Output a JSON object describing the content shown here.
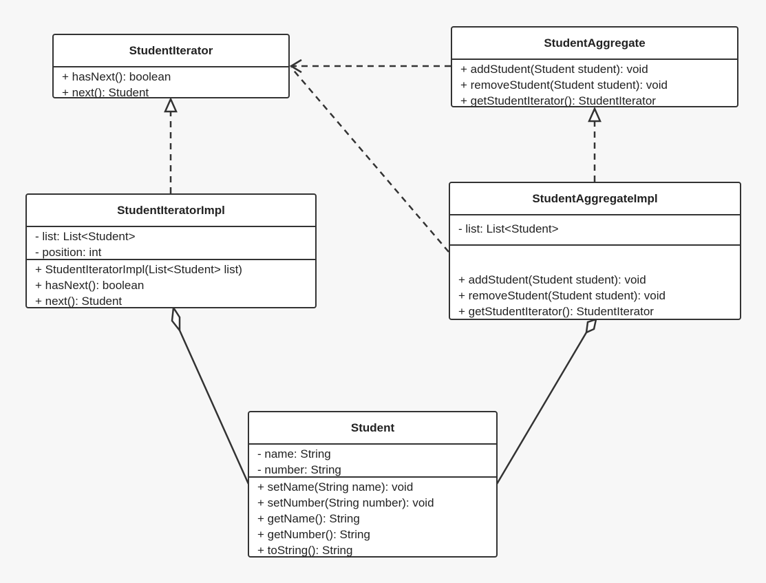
{
  "colors": {
    "background": "#f7f7f7",
    "box_fill": "#ffffff",
    "stroke": "#333333"
  },
  "classes": {
    "student_iterator": {
      "name": "StudentIterator",
      "attributes": [],
      "methods": [
        "+ hasNext(): boolean",
        "+ next(): Student"
      ]
    },
    "student_aggregate": {
      "name": "StudentAggregate",
      "attributes": [],
      "methods": [
        "+ addStudent(Student student): void",
        "+ removeStudent(Student student): void",
        "+ getStudentIterator(): StudentIterator"
      ]
    },
    "student_iterator_impl": {
      "name": "StudentIteratorImpl",
      "attributes": [
        "- list: List<Student>",
        "- position: int"
      ],
      "methods": [
        "+ StudentIteratorImpl(List<Student> list)",
        "+ hasNext(): boolean",
        "+ next(): Student"
      ]
    },
    "student_aggregate_impl": {
      "name": "StudentAggregateImpl",
      "attributes": [
        "- list: List<Student>"
      ],
      "methods": [
        "+ addStudent(Student student): void",
        "+ removeStudent(Student student): void",
        "+ getStudentIterator(): StudentIterator"
      ]
    },
    "student": {
      "name": "Student",
      "attributes": [
        "- name: String",
        "- number: String"
      ],
      "methods": [
        "+ setName(String name): void",
        "+ setNumber(String number): void",
        "+ getName(): String",
        "+ getNumber(): String",
        "+ toString(): String"
      ]
    }
  },
  "relations": [
    {
      "type": "realization",
      "from": "StudentIteratorImpl",
      "to": "StudentIterator"
    },
    {
      "type": "realization",
      "from": "StudentAggregateImpl",
      "to": "StudentAggregate"
    },
    {
      "type": "dependency",
      "from": "StudentAggregate",
      "to": "StudentIterator"
    },
    {
      "type": "dependency",
      "from": "StudentAggregateImpl",
      "to": "StudentIterator"
    },
    {
      "type": "aggregation",
      "from": "StudentIteratorImpl",
      "to": "Student"
    },
    {
      "type": "aggregation",
      "from": "StudentAggregateImpl",
      "to": "Student"
    }
  ]
}
